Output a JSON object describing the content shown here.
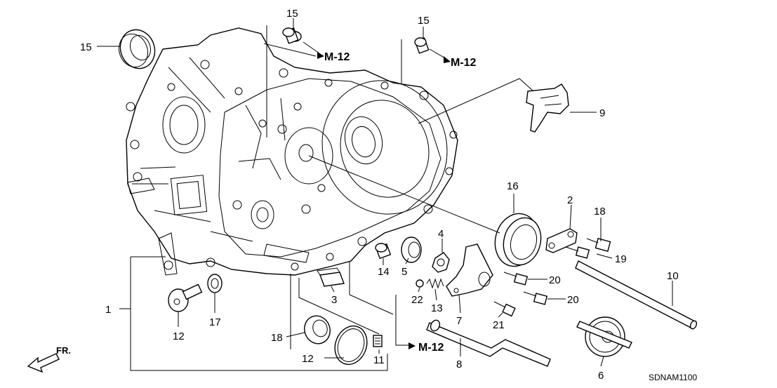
{
  "parts": [
    {
      "id": "p1",
      "label": "1"
    },
    {
      "id": "p2",
      "label": "2"
    },
    {
      "id": "p3",
      "label": "3"
    },
    {
      "id": "p4",
      "label": "4"
    },
    {
      "id": "p5",
      "label": "5"
    },
    {
      "id": "p6",
      "label": "6"
    },
    {
      "id": "p7",
      "label": "7"
    },
    {
      "id": "p8",
      "label": "8"
    },
    {
      "id": "p9",
      "label": "9"
    },
    {
      "id": "p10",
      "label": "10"
    },
    {
      "id": "p11",
      "label": "11"
    },
    {
      "id": "p12",
      "label": "12"
    },
    {
      "id": "p13",
      "label": "13"
    },
    {
      "id": "p14",
      "label": "14"
    },
    {
      "id": "p15a",
      "label": "15"
    },
    {
      "id": "p15b",
      "label": "15"
    },
    {
      "id": "p15c",
      "label": "15"
    },
    {
      "id": "p16",
      "label": "16"
    },
    {
      "id": "p17",
      "label": "17"
    },
    {
      "id": "p18",
      "label": "18"
    },
    {
      "id": "p19",
      "label": "19"
    },
    {
      "id": "p20a",
      "label": "20"
    },
    {
      "id": "p20b",
      "label": "20"
    },
    {
      "id": "p21a",
      "label": "21"
    },
    {
      "id": "p21b",
      "label": "21"
    },
    {
      "id": "p21c",
      "label": "21"
    },
    {
      "id": "p22",
      "label": "22"
    }
  ],
  "references": [
    {
      "id": "r1",
      "label": "M-12"
    },
    {
      "id": "r2",
      "label": "M-12"
    },
    {
      "id": "r3",
      "label": "M-12"
    }
  ],
  "front_indicator": "FR.",
  "diagram_code": "SDNAM1100"
}
